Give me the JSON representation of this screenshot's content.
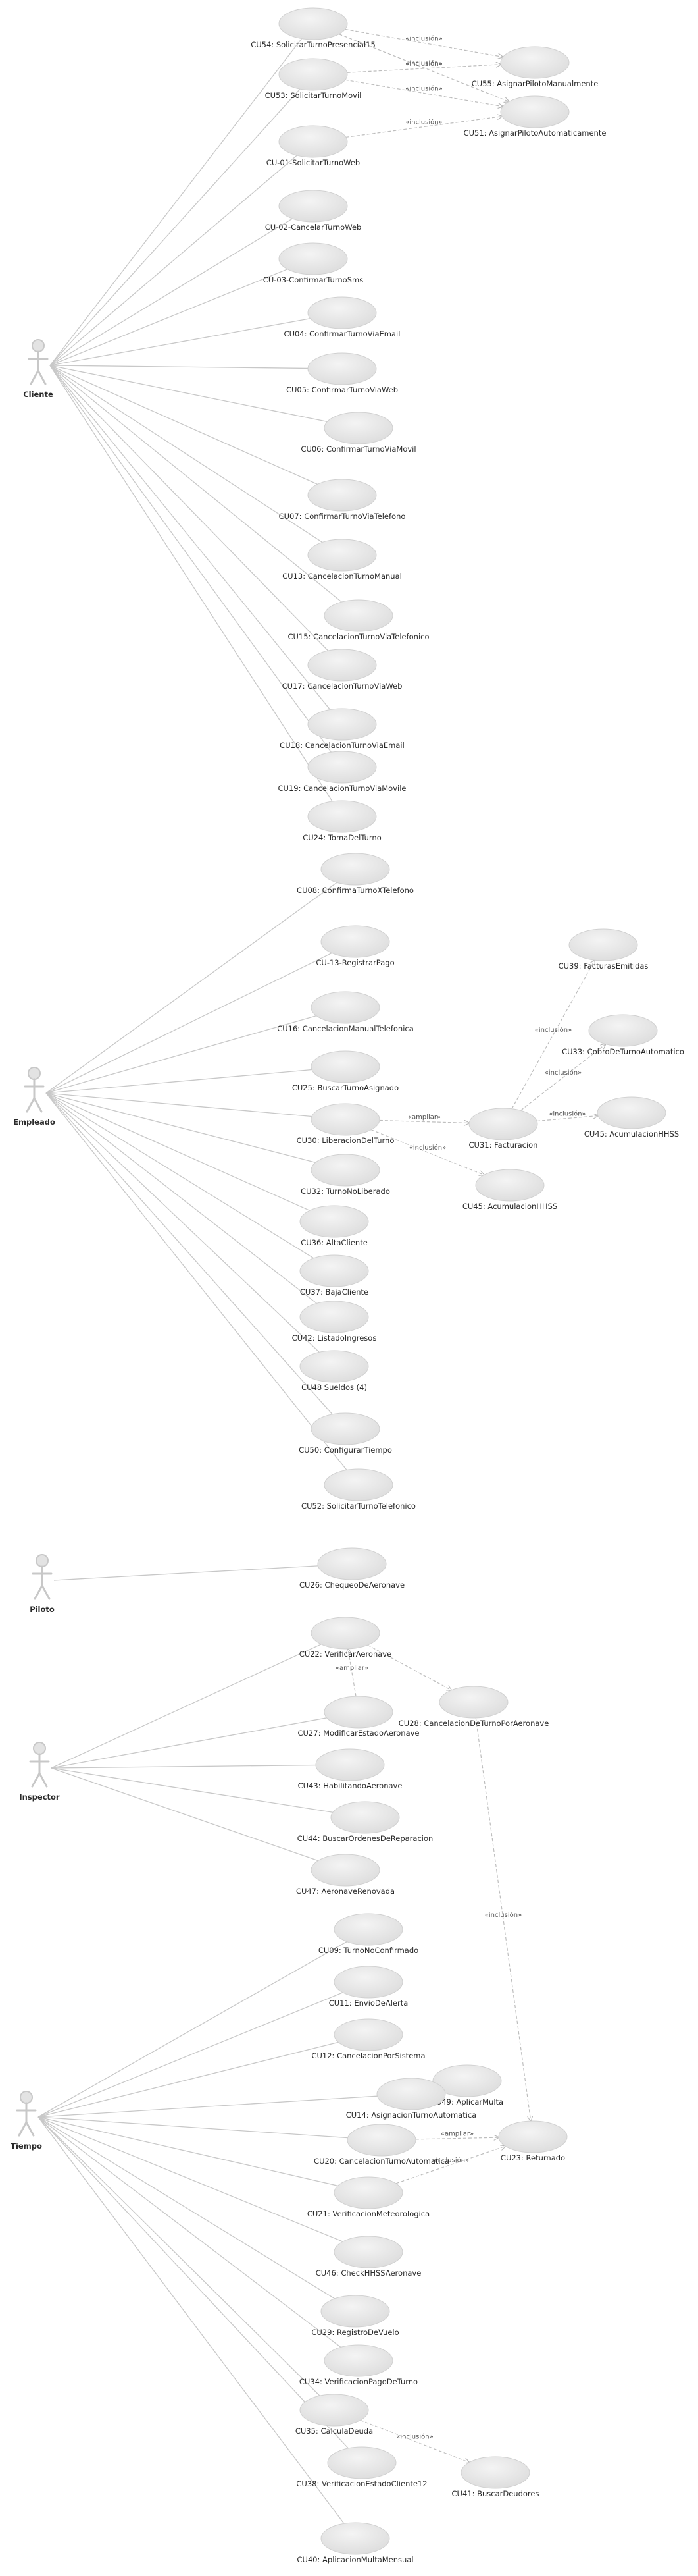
{
  "colors": {
    "ellipse_fill": "#e8e8e8",
    "ellipse_stroke": "#d0d0d0",
    "line": "#c8c8c8",
    "text": "#2a2a2a"
  },
  "actors": [
    {
      "id": "cliente",
      "name": "Cliente"
    },
    {
      "id": "empleado",
      "name": "Empleado"
    },
    {
      "id": "piloto",
      "name": "Piloto"
    },
    {
      "id": "inspector",
      "name": "Inspector"
    },
    {
      "id": "tiempo",
      "name": "Tiempo"
    }
  ],
  "use_cases": [
    {
      "id": "cu54",
      "label": "CU54: SolicitarTurnoPresencial15"
    },
    {
      "id": "cu55",
      "label": "CU55: AsignarPilotoManualmente"
    },
    {
      "id": "cu53",
      "label": "CU53: SolicitarTurnoMovil"
    },
    {
      "id": "cu51",
      "label": "CU51: AsignarPilotoAutomaticamente"
    },
    {
      "id": "cu01",
      "label": "CU-01-SolicitarTurnoWeb"
    },
    {
      "id": "cu02",
      "label": "CU-02-CancelarTurnoWeb"
    },
    {
      "id": "cu03",
      "label": "CU-03-ConfirmarTurnoSms"
    },
    {
      "id": "cu04",
      "label": "CU04: ConfirmarTurnoViaEmail"
    },
    {
      "id": "cu05",
      "label": "CU05: ConfirmarTurnoViaWeb"
    },
    {
      "id": "cu06",
      "label": "CU06: ConfirmarTurnoViaMovil"
    },
    {
      "id": "cu07",
      "label": "CU07: ConfirmarTurnoViaTelefono"
    },
    {
      "id": "cu13",
      "label": "CU13: CancelacionTurnoManual"
    },
    {
      "id": "cu15",
      "label": "CU15: CancelacionTurnoViaTelefonico"
    },
    {
      "id": "cu17",
      "label": "CU17: CancelacionTurnoViaWeb"
    },
    {
      "id": "cu18",
      "label": "CU18: CancelacionTurnoViaEmail"
    },
    {
      "id": "cu19",
      "label": "CU19: CancelacionTurnoViaMovile"
    },
    {
      "id": "cu24",
      "label": "CU24: TomaDelTurno"
    },
    {
      "id": "cu08",
      "label": "CU08: ConfirmaTurnoXTelefono"
    },
    {
      "id": "cu13b",
      "label": "CU-13-RegistrarPago"
    },
    {
      "id": "cu39",
      "label": "CU39: FacturasEmitidas"
    },
    {
      "id": "cu16",
      "label": "CU16: CancelacionManualTelefonica"
    },
    {
      "id": "cu33",
      "label": "CU33: CobroDeTurnoAutomatico"
    },
    {
      "id": "cu25",
      "label": "CU25: BuscarTurnoAsignado"
    },
    {
      "id": "cu45a",
      "label": "CU45: AcumulacionHHSS"
    },
    {
      "id": "cu30",
      "label": "CU30: LiberacionDelTurno"
    },
    {
      "id": "cu31",
      "label": "CU31: Facturacion"
    },
    {
      "id": "cu45b",
      "label": "CU45: AcumulacionHHSS"
    },
    {
      "id": "cu32",
      "label": "CU32: TurnoNoLiberado"
    },
    {
      "id": "cu36",
      "label": "CU36: AltaCliente"
    },
    {
      "id": "cu37",
      "label": "CU37: BajaCliente"
    },
    {
      "id": "cu42",
      "label": "CU42: ListadoIngresos"
    },
    {
      "id": "cu48",
      "label": "CU48 Sueldos (4)"
    },
    {
      "id": "cu50",
      "label": "CU50: ConfigurarTiempo"
    },
    {
      "id": "cu52",
      "label": "CU52: SolicitarTurnoTelefonico"
    },
    {
      "id": "cu26",
      "label": "CU26: ChequeoDeAeronave"
    },
    {
      "id": "cu22",
      "label": "CU22: VerificarAeronave"
    },
    {
      "id": "cu28",
      "label": "CU28: CancelacionDeTurnoPorAeronave"
    },
    {
      "id": "cu27",
      "label": "CU27: ModificarEstadoAeronave"
    },
    {
      "id": "cu43",
      "label": "CU43: HabilitandoAeronave"
    },
    {
      "id": "cu44",
      "label": "CU44: BuscarOrdenesDeReparacion"
    },
    {
      "id": "cu47",
      "label": "CU47: AeronaveRenovada"
    },
    {
      "id": "cu09",
      "label": "CU09: TurnoNoConfirmado"
    },
    {
      "id": "cu11",
      "label": "CU11: EnvioDeAlerta"
    },
    {
      "id": "cu12",
      "label": "CU12: CancelacionPorSistema"
    },
    {
      "id": "cu49",
      "label": "CU49: AplicarMulta"
    },
    {
      "id": "cu14",
      "label": "CU14: AsignacionTurnoAutomatica"
    },
    {
      "id": "cu20",
      "label": "CU20: CancelacionTurnoAutomatica"
    },
    {
      "id": "cu23",
      "label": "CU23: Returnado"
    },
    {
      "id": "cu21",
      "label": "CU21: VerificacionMeteorologica"
    },
    {
      "id": "cu46",
      "label": "CU46: CheckHHSSAeronave"
    },
    {
      "id": "cu29",
      "label": "CU29: RegistroDeVuelo"
    },
    {
      "id": "cu34",
      "label": "CU34: VerificacionPagoDeTurno"
    },
    {
      "id": "cu35",
      "label": "CU35: CalculaDeuda"
    },
    {
      "id": "cu41",
      "label": "CU41: BuscarDeudores"
    },
    {
      "id": "cu38",
      "label": "CU38: VerificacionEstadoCliente12"
    },
    {
      "id": "cu40",
      "label": "CU40: AplicacionMultaMensual"
    }
  ],
  "associations": [
    [
      "cliente",
      "cu54"
    ],
    [
      "cliente",
      "cu53"
    ],
    [
      "cliente",
      "cu01"
    ],
    [
      "cliente",
      "cu02"
    ],
    [
      "cliente",
      "cu03"
    ],
    [
      "cliente",
      "cu04"
    ],
    [
      "cliente",
      "cu05"
    ],
    [
      "cliente",
      "cu06"
    ],
    [
      "cliente",
      "cu07"
    ],
    [
      "cliente",
      "cu13"
    ],
    [
      "cliente",
      "cu15"
    ],
    [
      "cliente",
      "cu17"
    ],
    [
      "cliente",
      "cu18"
    ],
    [
      "cliente",
      "cu19"
    ],
    [
      "cliente",
      "cu24"
    ],
    [
      "empleado",
      "cu08"
    ],
    [
      "empleado",
      "cu13b"
    ],
    [
      "empleado",
      "cu16"
    ],
    [
      "empleado",
      "cu25"
    ],
    [
      "empleado",
      "cu30"
    ],
    [
      "empleado",
      "cu32"
    ],
    [
      "empleado",
      "cu36"
    ],
    [
      "empleado",
      "cu37"
    ],
    [
      "empleado",
      "cu42"
    ],
    [
      "empleado",
      "cu48"
    ],
    [
      "empleado",
      "cu50"
    ],
    [
      "empleado",
      "cu52"
    ],
    [
      "piloto",
      "cu26"
    ],
    [
      "inspector",
      "cu22"
    ],
    [
      "inspector",
      "cu27"
    ],
    [
      "inspector",
      "cu43"
    ],
    [
      "inspector",
      "cu44"
    ],
    [
      "inspector",
      "cu47"
    ],
    [
      "tiempo",
      "cu09"
    ],
    [
      "tiempo",
      "cu11"
    ],
    [
      "tiempo",
      "cu12"
    ],
    [
      "tiempo",
      "cu14"
    ],
    [
      "tiempo",
      "cu20"
    ],
    [
      "tiempo",
      "cu21"
    ],
    [
      "tiempo",
      "cu46"
    ],
    [
      "tiempo",
      "cu29"
    ],
    [
      "tiempo",
      "cu34"
    ],
    [
      "tiempo",
      "cu35"
    ],
    [
      "tiempo",
      "cu38"
    ],
    [
      "tiempo",
      "cu40"
    ]
  ],
  "dependencies": [
    {
      "from": "cu54",
      "to": "cu55",
      "label": "«inclusión»"
    },
    {
      "from": "cu54",
      "to": "cu51",
      "label": "«inclusión»"
    },
    {
      "from": "cu53",
      "to": "cu55",
      "label": "«inclusión»"
    },
    {
      "from": "cu53",
      "to": "cu51",
      "label": "«inclusión»"
    },
    {
      "from": "cu01",
      "to": "cu51",
      "label": "«inclusión»"
    },
    {
      "from": "cu31",
      "to": "cu39",
      "label": "«inclusión»"
    },
    {
      "from": "cu31",
      "to": "cu33",
      "label": "«inclusión»"
    },
    {
      "from": "cu31",
      "to": "cu45a",
      "label": "«inclusión»"
    },
    {
      "from": "cu30",
      "to": "cu31",
      "label": "«ampliar»"
    },
    {
      "from": "cu30",
      "to": "cu45b",
      "label": "«inclusión»"
    },
    {
      "from": "cu27",
      "to": "cu22",
      "label": "«ampliar»"
    },
    {
      "from": "cu22",
      "to": "cu28",
      "label": ""
    },
    {
      "from": "cu28",
      "to": "cu23",
      "label": "«inclusión»"
    },
    {
      "from": "cu14",
      "to": "cu49",
      "label": "«inclusión»"
    },
    {
      "from": "cu20",
      "to": "cu23",
      "label": "«ampliar»"
    },
    {
      "from": "cu21",
      "to": "cu23",
      "label": "«inclusión»"
    },
    {
      "from": "cu35",
      "to": "cu41",
      "label": "«inclusión»"
    }
  ]
}
